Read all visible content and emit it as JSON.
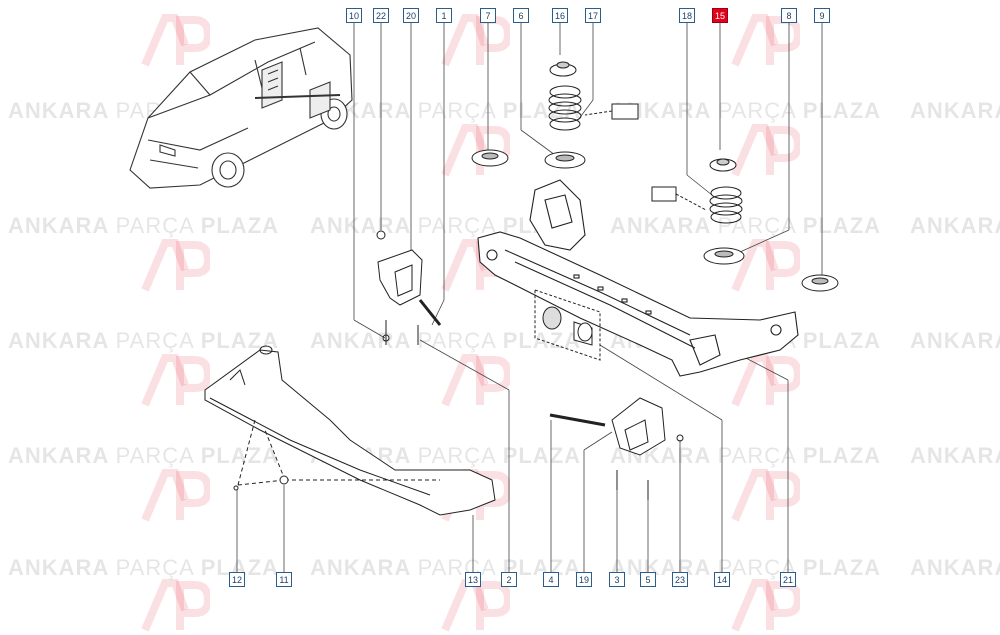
{
  "watermark": {
    "word1": "ANKARA",
    "word2": "PARÇA",
    "word3": "PLAZA",
    "logo_letters": "AP",
    "color_red": "#e2001a",
    "color_text": "rgba(0,0,0,0.10)"
  },
  "callouts": [
    {
      "id": "c10",
      "label": "10",
      "highlight": false
    },
    {
      "id": "c22",
      "label": "22",
      "highlight": false
    },
    {
      "id": "c20",
      "label": "20",
      "highlight": false
    },
    {
      "id": "c1",
      "label": "1",
      "highlight": false
    },
    {
      "id": "c7",
      "label": "7",
      "highlight": false
    },
    {
      "id": "c6",
      "label": "6",
      "highlight": false
    },
    {
      "id": "c16",
      "label": "16",
      "highlight": false
    },
    {
      "id": "c17",
      "label": "17",
      "highlight": false
    },
    {
      "id": "c18",
      "label": "18",
      "highlight": false
    },
    {
      "id": "c15",
      "label": "15",
      "highlight": true
    },
    {
      "id": "c8",
      "label": "8",
      "highlight": false
    },
    {
      "id": "c9",
      "label": "9",
      "highlight": false
    },
    {
      "id": "c12",
      "label": "12",
      "highlight": false
    },
    {
      "id": "c11",
      "label": "11",
      "highlight": false
    },
    {
      "id": "c13",
      "label": "13",
      "highlight": false
    },
    {
      "id": "c2",
      "label": "2",
      "highlight": false
    },
    {
      "id": "c4",
      "label": "4",
      "highlight": false
    },
    {
      "id": "c19",
      "label": "19",
      "highlight": false
    },
    {
      "id": "c3",
      "label": "3",
      "highlight": false
    },
    {
      "id": "c5",
      "label": "5",
      "highlight": false
    },
    {
      "id": "c23",
      "label": "23",
      "highlight": false
    },
    {
      "id": "c14",
      "label": "14",
      "highlight": false
    },
    {
      "id": "c21",
      "label": "21",
      "highlight": false
    }
  ],
  "colors": {
    "callout_border": "#2a5d8a",
    "callout_text": "#1c3f66",
    "highlight_fill": "#e2001a",
    "line": "#222222"
  }
}
